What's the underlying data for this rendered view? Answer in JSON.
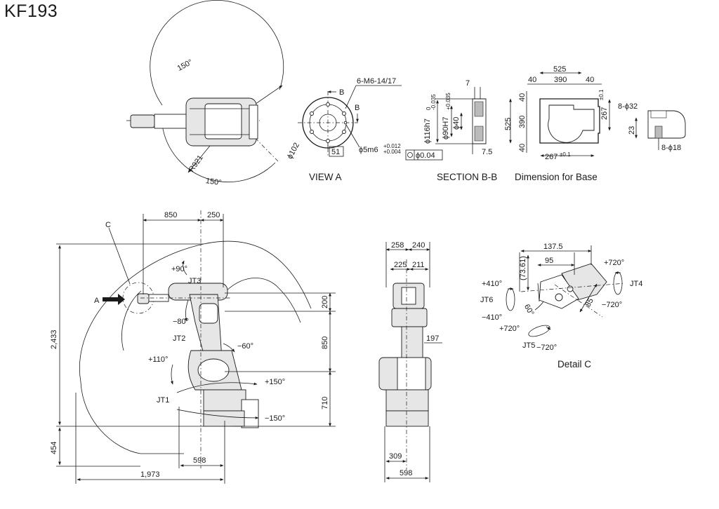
{
  "title": "KF193",
  "top_view": {
    "angle_top": "150°",
    "angle_bottom": "150°",
    "radius": "R921"
  },
  "view_a": {
    "caption": "VIEW  A",
    "view_marker": "A",
    "section_marker_top": "B",
    "section_marker_right": "B",
    "bolt_holes": "6-M6-14/17",
    "diameter_102": "ϕ102",
    "pin_hole": "ϕ5m6",
    "pin_tol_upper": "+0.012",
    "pin_tol_lower": "+0.004",
    "dim_51": "51",
    "flatness": "ϕ0.04"
  },
  "section_bb": {
    "caption": "SECTION B-B",
    "dim_7": "7",
    "dim_7_5": "7.5",
    "d116": "ϕ116h7",
    "d116_tol_upper": "0",
    "d116_tol_lower": "-0.035",
    "d90": "ϕ90H7",
    "d90_tol": "+0.035",
    "d40": "ϕ40"
  },
  "base": {
    "caption": "Dimension for Base",
    "width_525": "525",
    "left_40": "40",
    "mid_390": "390",
    "right_40": "40",
    "height_525": "525",
    "height_390": "390",
    "top_40": "40",
    "bottom_40": "40",
    "dim_267_h": "267",
    "dim_267_h_tol": "±0.1",
    "dim_267_v": "267",
    "dim_267_v_tol": "±0.1",
    "counterbore": "8-ϕ32",
    "depth_23": "23",
    "hole": "8-ϕ18"
  },
  "side_view": {
    "callout_c": "C",
    "view_a": "A",
    "dim_850_top": "850",
    "dim_250": "250",
    "dim_2433": "2,433",
    "dim_454": "454",
    "dim_200": "200",
    "dim_850_right": "850",
    "dim_710": "710",
    "dim_598": "598",
    "dim_1973": "1,973",
    "jt1": "JT1",
    "jt2": "JT2",
    "jt3": "JT3",
    "a_plus90": "+90°",
    "a_minus80": "−80°",
    "a_minus60": "−60°",
    "a_plus110": "+110°",
    "a_plus150": "+150°",
    "a_minus150": "−150°"
  },
  "front_view": {
    "dim_258": "258",
    "dim_240": "240",
    "dim_225": "225",
    "dim_211": "211",
    "dim_197": "197",
    "dim_309": "309",
    "dim_598": "598"
  },
  "detail_c": {
    "caption": "Detail C",
    "dim_137_5": "137.5",
    "dim_95": "95",
    "dim_73_61": "(73.61)",
    "angle_60": "60°",
    "dim_85": "85",
    "jt4": "JT4",
    "jt4_plus": "+720°",
    "jt4_minus": "−720°",
    "jt5": "JT5",
    "jt5_plus": "+720°",
    "jt5_minus": "−720°",
    "jt6": "JT6",
    "jt6_plus": "+410°",
    "jt6_minus": "−410°"
  }
}
